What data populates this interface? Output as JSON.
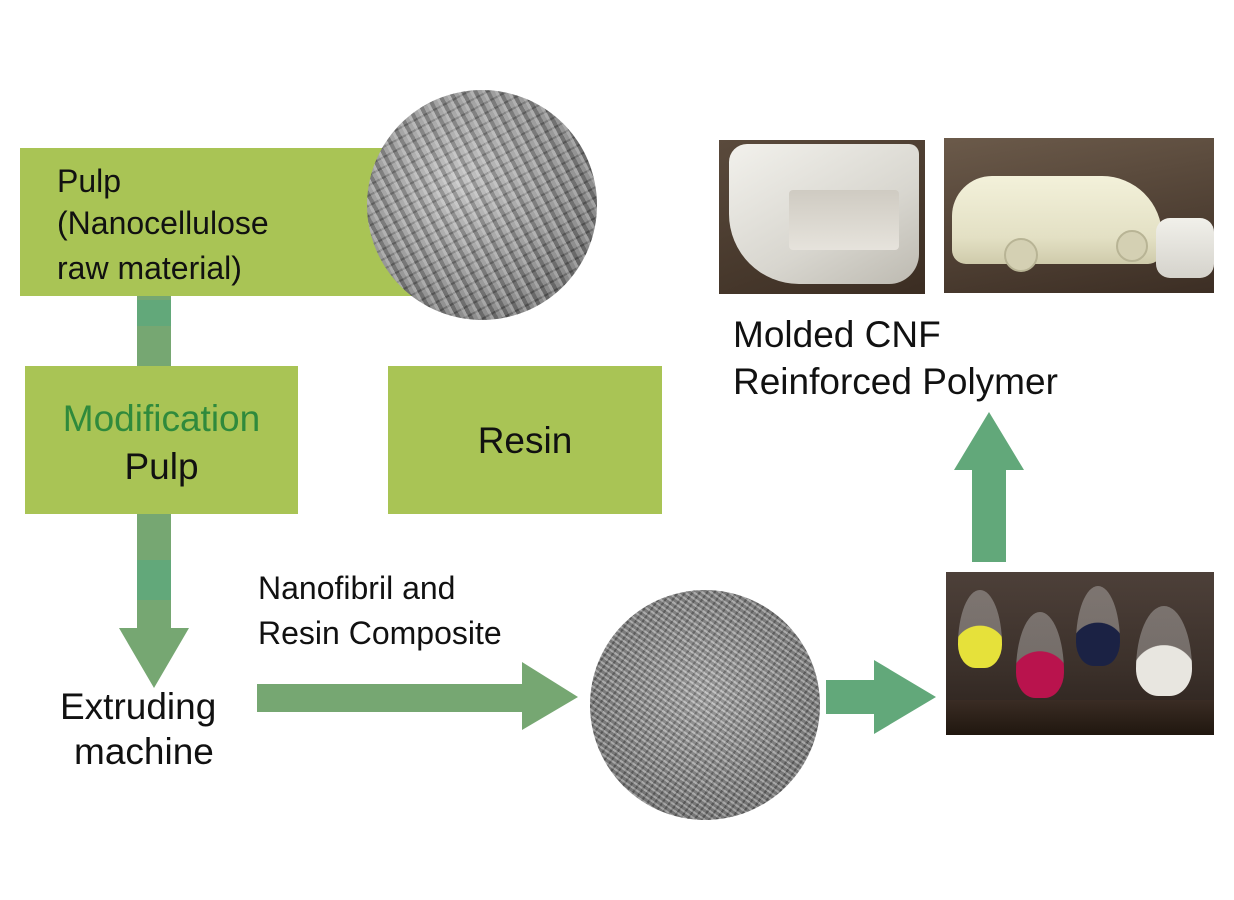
{
  "colors": {
    "box_fill": "#a9c455",
    "arrow_fill": "#62a87a",
    "arrow_fill_muted": "#76a772",
    "highlight_text": "#2f8a3c",
    "text": "#111111"
  },
  "pulp_box": {
    "lines": [
      "Pulp",
      "(Nanocellulose",
      "raw material)"
    ]
  },
  "modification_box": {
    "highlight": "Modification",
    "label": "Pulp"
  },
  "resin_box": {
    "label": "Resin"
  },
  "extruder": {
    "lines": [
      "Extruding",
      "machine"
    ]
  },
  "composite": {
    "lines": [
      "Nanofibril and",
      "Resin Composite"
    ]
  },
  "product": {
    "lines": [
      "Molded CNF",
      "Reinforced Polymer"
    ]
  }
}
